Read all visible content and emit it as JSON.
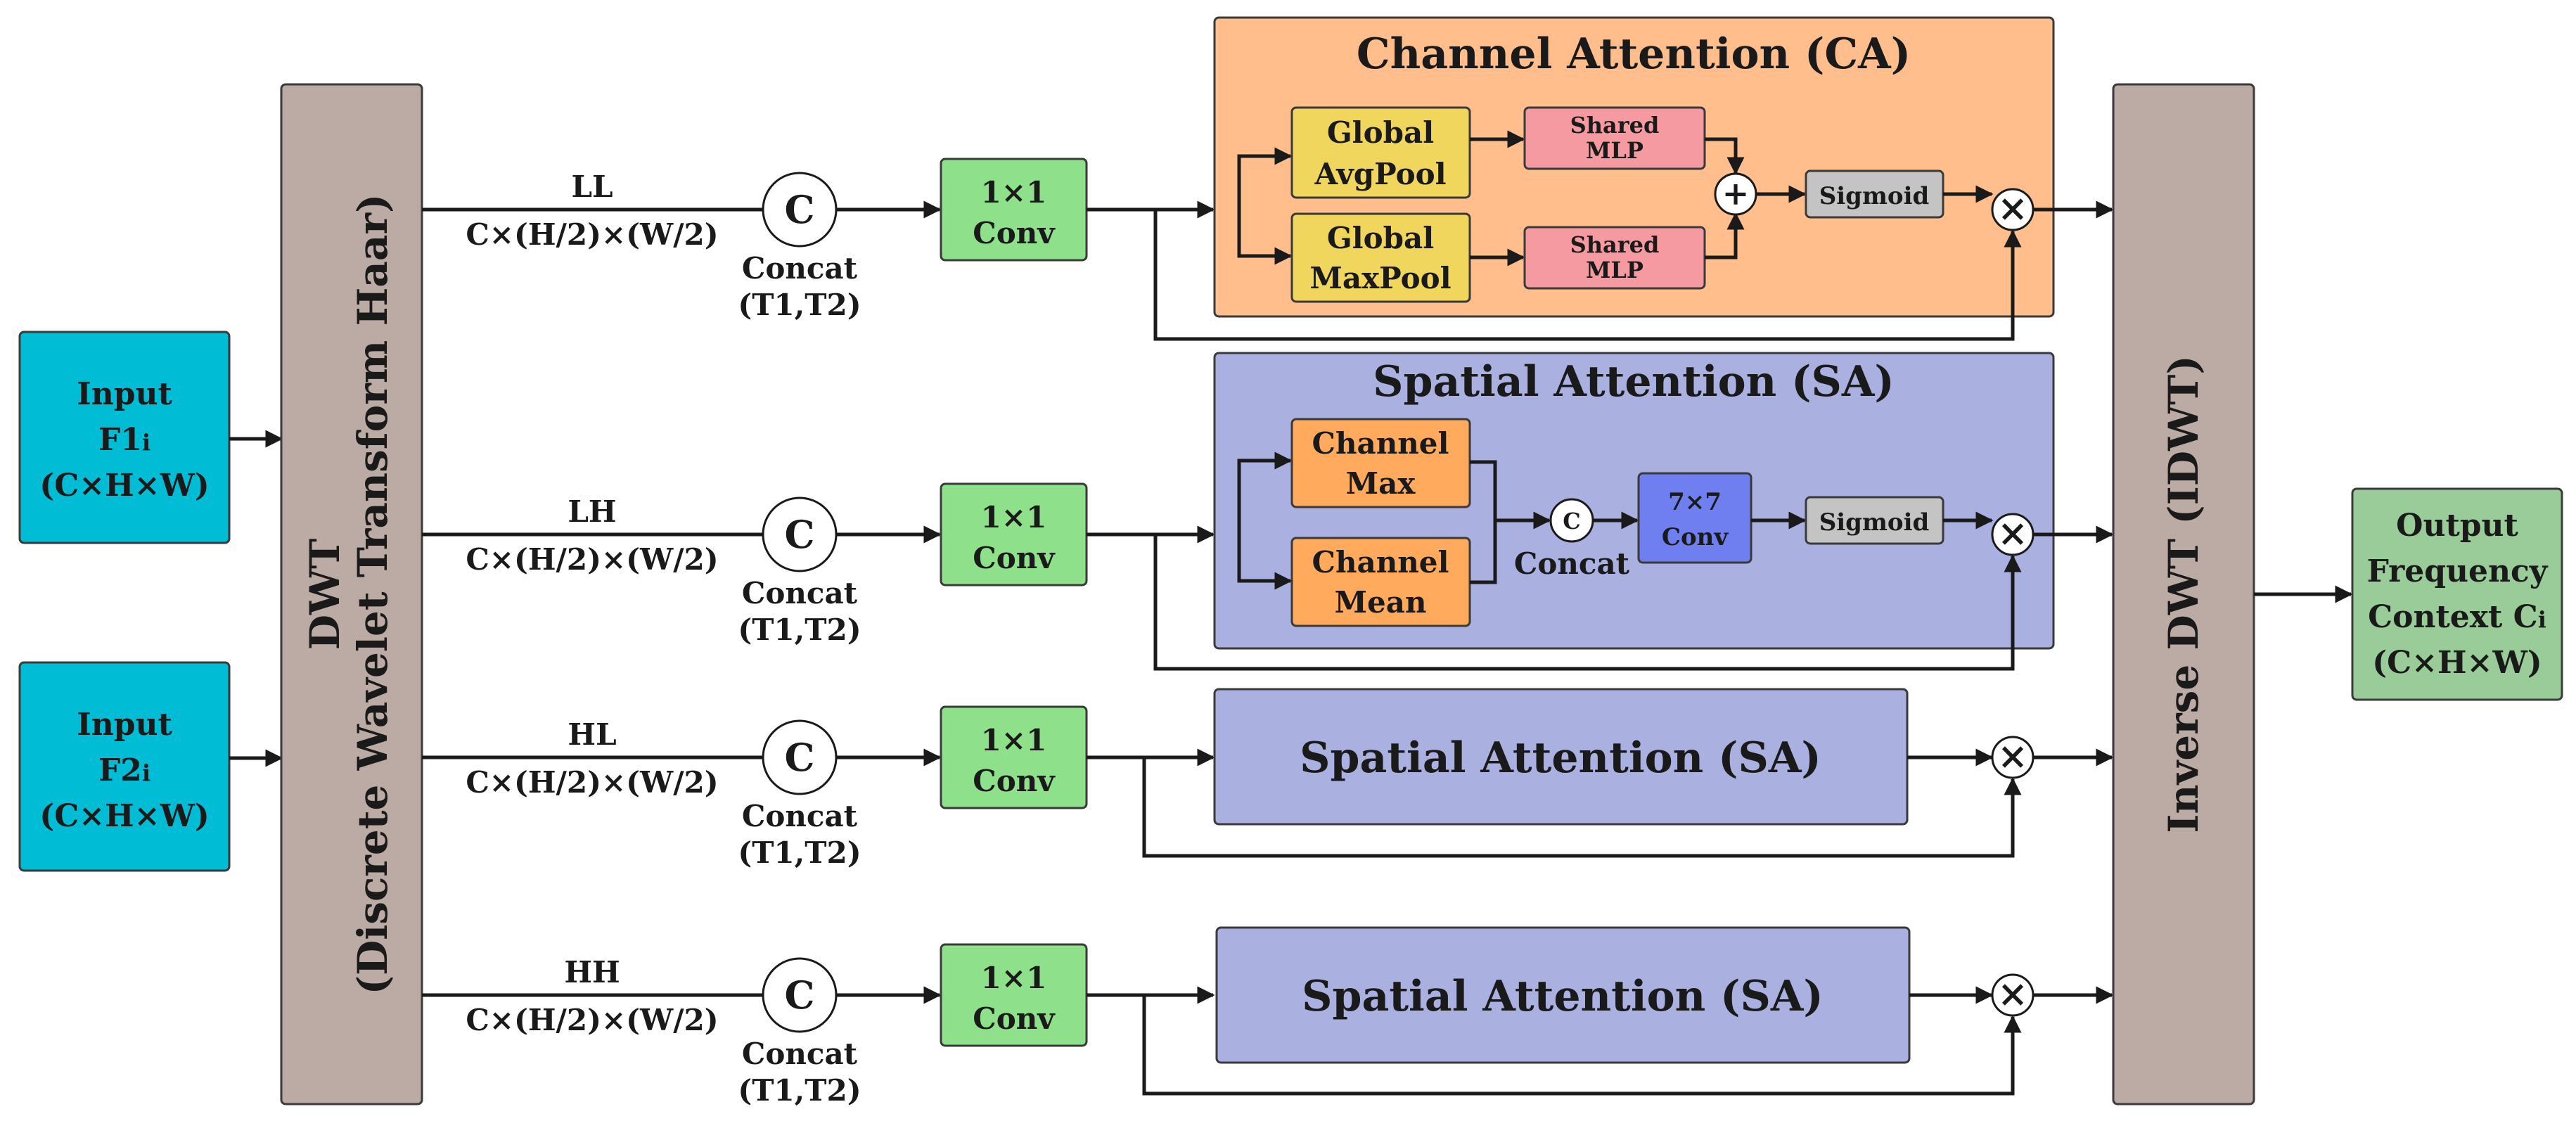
{
  "colors": {
    "input": "#00bcd4",
    "dwt": "#bcaaa4",
    "conv": "#8ee08a",
    "ca_panel": "#ffbe8c",
    "sa_panel": "#aab0e0",
    "pool": "#f0d65c",
    "mlp": "#f59aa0",
    "sigmoid": "#c4c4c4",
    "channel_op": "#ffaa5c",
    "conv7": "#6f7fef",
    "output": "#99cc99"
  },
  "inputs": [
    {
      "line1": "Input",
      "line2": "F1",
      "sub": "i",
      "line3": "(C×H×W)"
    },
    {
      "line1": "Input",
      "line2": "F2",
      "sub": "i",
      "line3": "(C×H×W)"
    }
  ],
  "dwt": {
    "title": "DWT",
    "subtitle": "(Discrete Wavelet Transform Haar)"
  },
  "idwt": {
    "title": "Inverse DWT (IDWT)"
  },
  "output": {
    "line1": "Output",
    "line2": "Frequency",
    "line3": "Context C",
    "sub": "i",
    "line4": "(C×H×W)"
  },
  "branches": [
    {
      "band": "LL",
      "dims": "C×(H/2)×(W/2)",
      "concat_symbol": "C",
      "concat_label": "Concat",
      "concat_args": "(T1,T2)",
      "conv_line1": "1×1",
      "conv_line2": "Conv"
    },
    {
      "band": "LH",
      "dims": "C×(H/2)×(W/2)",
      "concat_symbol": "C",
      "concat_label": "Concat",
      "concat_args": "(T1,T2)",
      "conv_line1": "1×1",
      "conv_line2": "Conv"
    },
    {
      "band": "HL",
      "dims": "C×(H/2)×(W/2)",
      "concat_symbol": "C",
      "concat_label": "Concat",
      "concat_args": "(T1,T2)",
      "conv_line1": "1×1",
      "conv_line2": "Conv"
    },
    {
      "band": "HH",
      "dims": "C×(H/2)×(W/2)",
      "concat_symbol": "C",
      "concat_label": "Concat",
      "concat_args": "(T1,T2)",
      "conv_line1": "1×1",
      "conv_line2": "Conv"
    }
  ],
  "ca": {
    "title": "Channel Attention (CA)",
    "avg_line1": "Global",
    "avg_line2": "AvgPool",
    "max_line1": "Global",
    "max_line2": "MaxPool",
    "mlp_line1": "Shared",
    "mlp_line2": "MLP",
    "sigmoid": "Sigmoid"
  },
  "sa": {
    "title": "Spatial Attention (SA)",
    "max_line1": "Channel",
    "max_line2": "Max",
    "mean_line1": "Channel",
    "mean_line2": "Mean",
    "concat_symbol": "C",
    "concat_label": "Concat",
    "conv_line1": "7×7",
    "conv_line2": "Conv",
    "sigmoid": "Sigmoid"
  },
  "sa_collapsed": [
    {
      "title": "Spatial Attention (SA)"
    },
    {
      "title": "Spatial Attention (SA)"
    }
  ],
  "symbols": {
    "plus": "+",
    "times": "×"
  }
}
